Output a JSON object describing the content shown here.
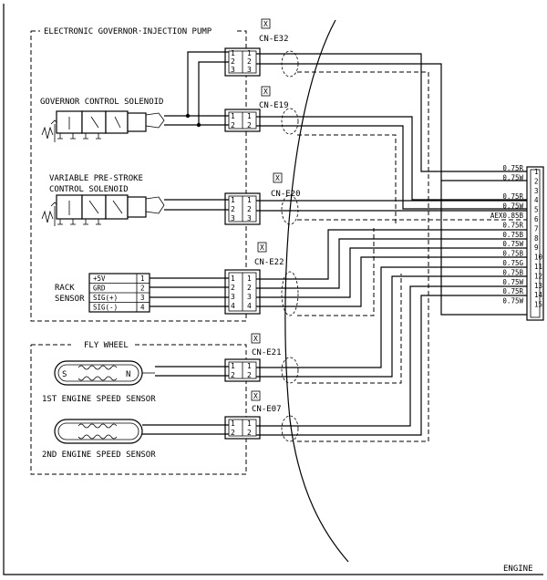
{
  "groups": {
    "injection_pump": "ELECTRONIC GOVERNOR·INJECTION PUMP",
    "fly_wheel": "FLY WHEEL",
    "engine": "ENGINE"
  },
  "components": {
    "governor_solenoid": "GOVERNOR CONTROL SOLENOID",
    "prestroke_solenoid_1": "VARIABLE PRE-STROKE",
    "prestroke_solenoid_2": "CONTROL SOLENOID",
    "rack_sensor_1": "RACK",
    "rack_sensor_2": "SENSOR",
    "speed_sensor_1": "1ST ENGINE SPEED SENSOR",
    "speed_sensor_2": "2ND ENGINE SPEED SENSOR",
    "sensor_s": "S",
    "sensor_n": "N"
  },
  "rack_pins": [
    "+5V",
    "GRD",
    "SIG(+)",
    "SIG(-)"
  ],
  "rack_pin_numbers": [
    "1",
    "2",
    "3",
    "4"
  ],
  "connectors": [
    {
      "id": "CN-E32",
      "mark": "X",
      "pins": [
        "1",
        "2",
        "3"
      ]
    },
    {
      "id": "CN-E19",
      "mark": "X",
      "pins": [
        "1",
        "2"
      ]
    },
    {
      "id": "CN-E20",
      "mark": "X",
      "pins": [
        "1",
        "2",
        "3"
      ]
    },
    {
      "id": "CN-E22",
      "mark": "X",
      "pins": [
        "1",
        "2",
        "3",
        "4"
      ]
    },
    {
      "id": "CN-E21",
      "mark": "X",
      "pins": [
        "1",
        "2"
      ]
    },
    {
      "id": "CN-E07",
      "mark": "X",
      "pins": [
        "1",
        "2"
      ]
    }
  ],
  "harness": {
    "pins": [
      "1",
      "2",
      "3",
      "4",
      "5",
      "6",
      "7",
      "8",
      "9",
      "10",
      "11",
      "12",
      "13",
      "14",
      "15"
    ],
    "wires": [
      "0.75R",
      "0.75W",
      "",
      "0.75R",
      "0.75W",
      "AEX0.85B",
      "0.75R",
      "0.75B",
      "0.75W",
      "0.75B",
      "0.75G",
      "0.75B",
      "0.75W",
      "0.75R",
      "0.75W"
    ]
  }
}
